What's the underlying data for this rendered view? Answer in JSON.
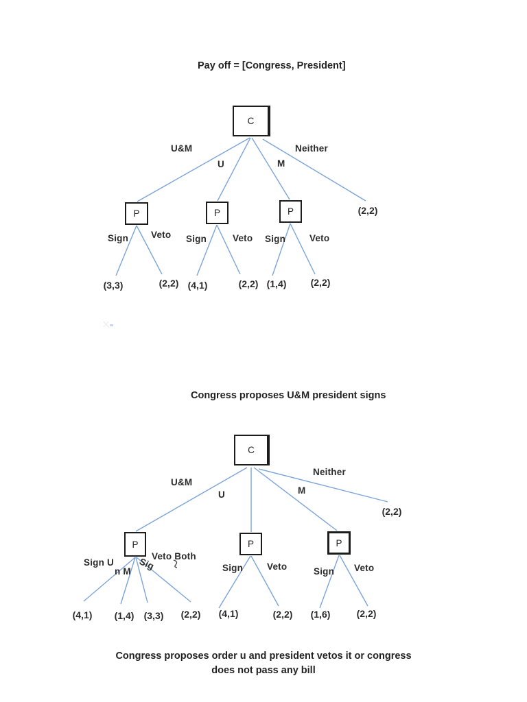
{
  "colors": {
    "edge": "#7ba3da",
    "text": "#2b2b2b",
    "box_border": "#1c1c1c"
  },
  "titles": {
    "payoff_note": "Pay off = [Congress, President]",
    "tree2_title": "Congress proposes U&M president signs",
    "caption_line1": "Congress proposes order u and president vetos it or congress",
    "caption_line2": "does not pass any bill"
  },
  "tree1": {
    "root": "C",
    "branches": {
      "um": "U&M",
      "u": "U",
      "m": "M",
      "neither": "Neither"
    },
    "neither_payoff": "(2,2)",
    "subtrees": [
      {
        "node": "P",
        "left_label": "Sign",
        "right_label": "Veto",
        "left_payoff": "(3,3)",
        "right_payoff": "(2,2)"
      },
      {
        "node": "P",
        "left_label": "Sign",
        "right_label": "Veto",
        "left_payoff": "(4,1)",
        "right_payoff": "(2,2)"
      },
      {
        "node": "P",
        "left_label": "Sign",
        "right_label": "Veto",
        "left_payoff": "(1,4)",
        "right_payoff": "(2,2)"
      }
    ]
  },
  "tree2": {
    "root": "C",
    "branches": {
      "um": "U&M",
      "u": "U",
      "m": "M",
      "neither": "Neither"
    },
    "neither_payoff": "(2,2)",
    "left_subtree": {
      "node": "P",
      "branch_labels": [
        "Sign U",
        "n M",
        "Sig",
        "Veto Both"
      ],
      "payoffs": [
        "(4,1)",
        "(1,4)",
        "(3,3)",
        "(2,2)"
      ]
    },
    "mid_subtree": {
      "node": "P",
      "left_label": "Sign",
      "right_label": "Veto",
      "left_payoff": "(4,1)",
      "right_payoff": "(2,2)"
    },
    "right_subtree": {
      "node": "P",
      "left_label": "Sign",
      "right_label": "Veto",
      "left_payoff": "(1,6)",
      "right_payoff": "(2,2)"
    }
  }
}
